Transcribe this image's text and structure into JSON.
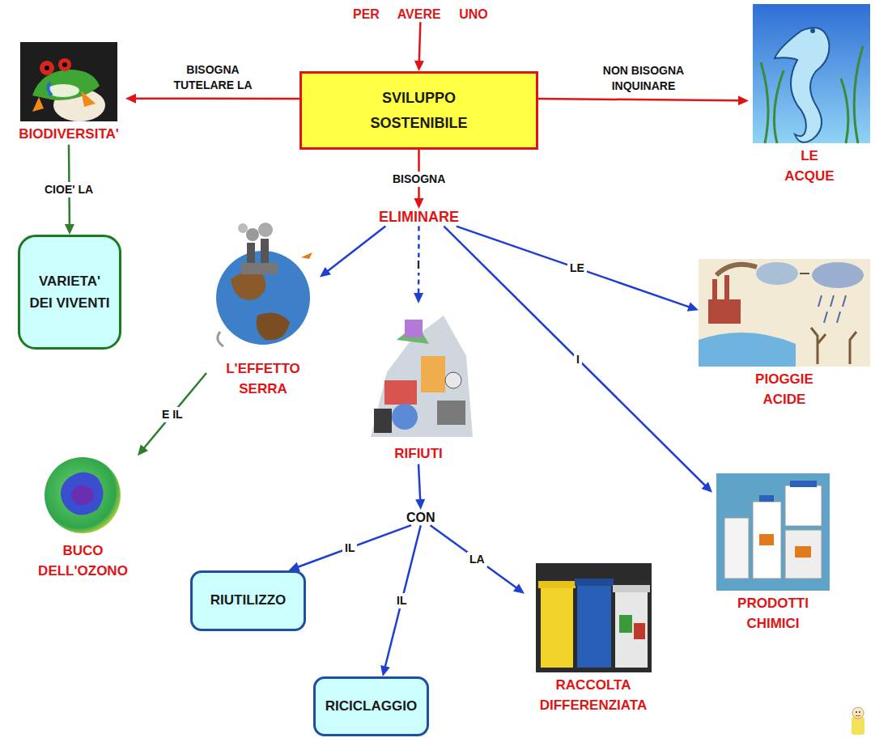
{
  "diagram": {
    "nodes": [
      {
        "text": [
          "PER AVERE UNO"
        ]
      },
      {
        "text": [
          "BIODIVERSITA'"
        ]
      },
      {
        "text": [
          "SVILUPPO SOSTENIBILE"
        ]
      },
      {
        "text": [
          "LE ACQUE"
        ]
      },
      {
        "text": [
          "VARIETA' DEI VIVENTI"
        ]
      },
      {
        "text": [
          "ELIMINARE"
        ]
      },
      {
        "text": [
          "L'EFFETTO SERRA"
        ]
      },
      {
        "text": [
          "RIFIUTI"
        ]
      },
      {
        "text": [
          "PIOGGIE ACIDE"
        ]
      },
      {
        "text": [
          "BUCO DELL'OZONO"
        ]
      },
      {
        "text": [
          "CON"
        ]
      },
      {
        "text": [
          "PRODOTTI CHIMICI"
        ]
      },
      {
        "text": [
          "RIUTILIZZO"
        ]
      },
      {
        "text": [
          "RICICLAGGIO"
        ]
      },
      {
        "text": [
          "RACCOLTA DIFFERENZIATA"
        ]
      }
    ],
    "edges": [
      {
        "from": 0,
        "to": 2,
        "arrow": "to"
      },
      {
        "from": 2,
        "to": 1,
        "label": "BISOGNA TUTELARE LA",
        "arrow": "to"
      },
      {
        "from": 2,
        "to": 3,
        "label": "NON BISOGNA INQUINARE",
        "arrow": "to"
      },
      {
        "from": 2,
        "to": 5,
        "label": "BISOGNA",
        "arrow": "to"
      },
      {
        "from": 1,
        "to": 4,
        "label": "CIOE' LA",
        "arrow": "to"
      },
      {
        "from": 5,
        "to": 6,
        "arrow": "to"
      },
      {
        "from": 5,
        "to": 7,
        "label": "I",
        "arrow": "to"
      },
      {
        "from": 5,
        "to": 8,
        "label": "LE",
        "arrow": "to"
      },
      {
        "from": 5,
        "to": 11,
        "label": "I",
        "arrow": "to"
      },
      {
        "from": 6,
        "to": 9,
        "label": "E IL",
        "arrow": "to"
      },
      {
        "from": 7,
        "to": 10,
        "arrow": "to"
      },
      {
        "from": 10,
        "to": 12,
        "label": "IL",
        "arrow": "to"
      },
      {
        "from": 10,
        "to": 13,
        "label": "IL",
        "arrow": "to"
      },
      {
        "from": 10,
        "to": 14,
        "label": "LA",
        "arrow": "to"
      }
    ]
  }
}
